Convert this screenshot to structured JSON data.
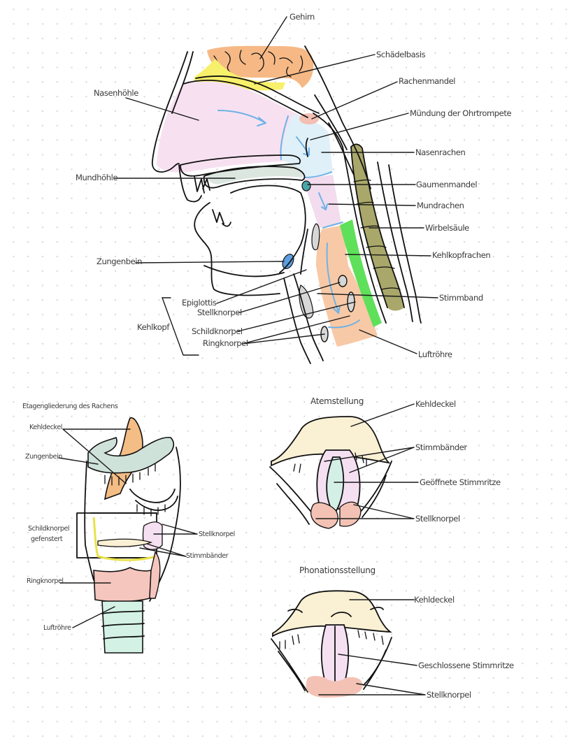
{
  "colors": {
    "brain": "#f6b985",
    "skull_base": "#f7f06a",
    "nasal_cavity": "#f7e1f1",
    "nasopharynx": "#dff0f8",
    "oropharynx": "#f2dcee",
    "laryngopharynx": "#f8c9a6",
    "esophagus": "#5fe05a",
    "spine": "#a9a86a",
    "tongue_palate": "#dbe6df",
    "hyoid": "#5e9ee0",
    "tonsil": "#4aa7a8",
    "adenoid": "#f3bfb2",
    "thyroid_grey": "#d7d7d7",
    "epiglottis_cream": "#faf0d4",
    "vocal_pink": "#f5e0f2",
    "glottis_mint": "#d4efe6",
    "arytenoid": "#f3c2b4",
    "cricoid": "#f5c6bd",
    "trachea": "#d4f1e6",
    "hyoid_green": "#cfe2da",
    "epiglottis_orange": "#f4bd85",
    "thyroid_yellow": "#f3f08a",
    "airflow": "#6fb2e6"
  },
  "sagittal": {
    "labels": {
      "gehirn": "Gehirn",
      "schaedelbasis": "Schädelbasis",
      "rachenmandel": "Rachenmandel",
      "ohrtrompete": "Mündung der Ohrtrompete",
      "nasenrachen": "Nasenrachen",
      "gaumenmandel": "Gaumenmandel",
      "mundrachen": "Mundrachen",
      "wirbelsaeule": "Wirbelsäule",
      "kehlkopfrachen": "Kehlkopfrachen",
      "stimmband": "Stimmband",
      "luftroehre": "Luftröhre",
      "nasenhoehle": "Nasenhöhle",
      "mundhoehle": "Mundhöhle",
      "zungenbein": "Zungenbein",
      "epiglottis": "Epiglottis",
      "stellknorpel": "Stellknorpel",
      "schildknorpel": "Schildknorpel",
      "ringknorpel": "Ringknorpel",
      "kehlkopf": "Kehlkopf"
    }
  },
  "etagen": {
    "title": "Etagengliederung des Rachens",
    "labels": {
      "kehldeckel": "Kehldeckel",
      "zungenbein": "Zungenbein",
      "schildknorpel_1": "Schildknorpel",
      "schildknorpel_2": "gefenstert",
      "stellknorpel": "Stellknorpel",
      "stimmbaender": "Stimmbänder",
      "ringknorpel": "Ringknorpel",
      "luftroehre": "Luftröhre"
    }
  },
  "atemstellung": {
    "title": "Atemstellung",
    "labels": {
      "kehldeckel": "Kehldeckel",
      "stimmbaender": "Stimmbänder",
      "stimmritze": "Geöffnete Stimmritze",
      "stellknorpel": "Stellknorpel"
    }
  },
  "phonation": {
    "title": "Phonationsstellung",
    "labels": {
      "kehldeckel": "Kehldeckel",
      "stimmritze": "Geschlossene Stimmritze",
      "stellknorpel": "Stellknorpel"
    }
  }
}
